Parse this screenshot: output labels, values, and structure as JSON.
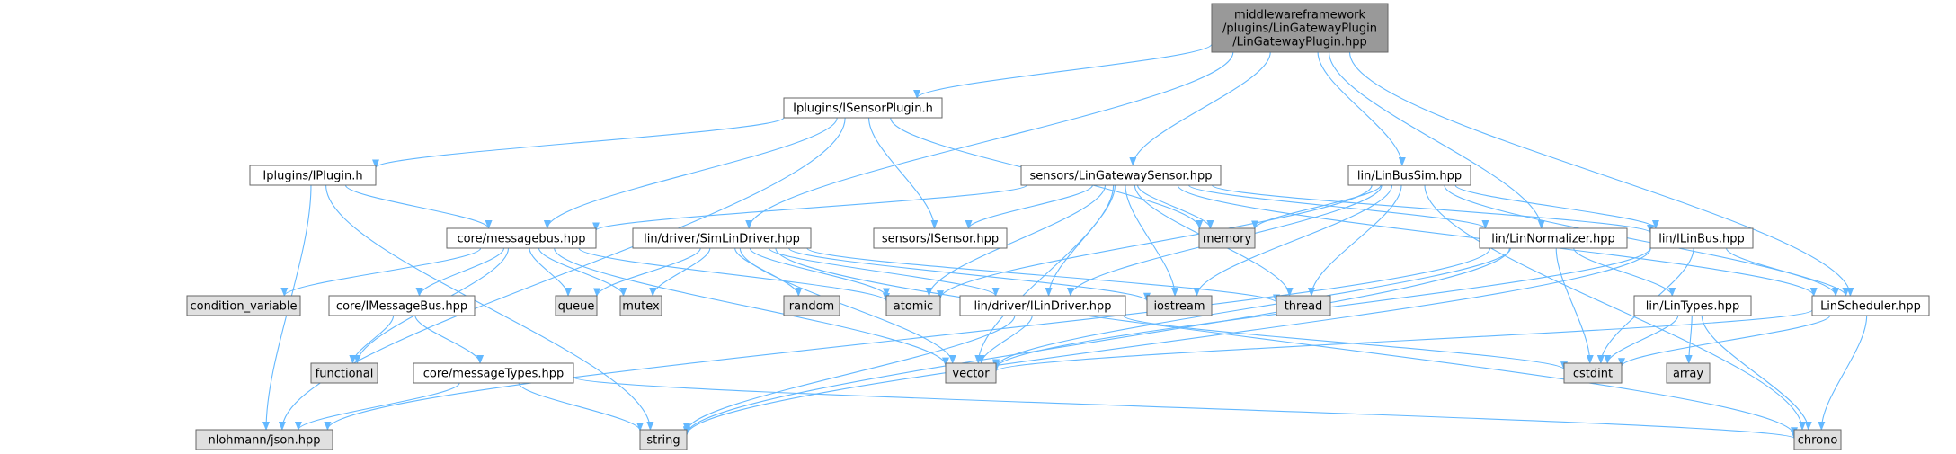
{
  "graph": {
    "colors": {
      "root_fill": "#999999",
      "file_fill": "#ffffff",
      "system_fill": "#e0e0e0",
      "border": "#666666",
      "edge": "#63b8ff"
    },
    "nodes": {
      "root": {
        "lines": [
          "middlewareframework",
          "/plugins/LinGatewayPlugin",
          "/LinGatewayPlugin.hpp"
        ],
        "kind": "root"
      },
      "isensorplugin": {
        "lines": [
          "Iplugins/ISensorPlugin.h"
        ],
        "kind": "file"
      },
      "linbussim": {
        "lines": [
          "lin/LinBusSim.hpp"
        ],
        "kind": "file"
      },
      "lingatewaysensor": {
        "lines": [
          "sensors/LinGatewaySensor.hpp"
        ],
        "kind": "file"
      },
      "iplugin": {
        "lines": [
          "Iplugins/IPlugin.h"
        ],
        "kind": "file"
      },
      "messagebus": {
        "lines": [
          "core/messagebus.hpp"
        ],
        "kind": "file"
      },
      "simlindriver": {
        "lines": [
          "lin/driver/SimLinDriver.hpp"
        ],
        "kind": "file"
      },
      "isensor": {
        "lines": [
          "sensors/ISensor.hpp"
        ],
        "kind": "file"
      },
      "memory": {
        "lines": [
          "memory"
        ],
        "kind": "system"
      },
      "linnormalizer": {
        "lines": [
          "lin/LinNormalizer.hpp"
        ],
        "kind": "file"
      },
      "ilinbus": {
        "lines": [
          "lin/ILinBus.hpp"
        ],
        "kind": "file"
      },
      "condition_variable": {
        "lines": [
          "condition_variable"
        ],
        "kind": "system"
      },
      "imessagebus": {
        "lines": [
          "core/IMessageBus.hpp"
        ],
        "kind": "file"
      },
      "queue": {
        "lines": [
          "queue"
        ],
        "kind": "system"
      },
      "mutex": {
        "lines": [
          "mutex"
        ],
        "kind": "system"
      },
      "random": {
        "lines": [
          "random"
        ],
        "kind": "system"
      },
      "atomic": {
        "lines": [
          "atomic"
        ],
        "kind": "system"
      },
      "ilindriver": {
        "lines": [
          "lin/driver/ILinDriver.hpp"
        ],
        "kind": "file"
      },
      "iostream": {
        "lines": [
          "iostream"
        ],
        "kind": "system"
      },
      "thread": {
        "lines": [
          "thread"
        ],
        "kind": "system"
      },
      "lintypes": {
        "lines": [
          "lin/LinTypes.hpp"
        ],
        "kind": "file"
      },
      "linscheduler": {
        "lines": [
          "LinScheduler.hpp"
        ],
        "kind": "file"
      },
      "functional": {
        "lines": [
          "functional"
        ],
        "kind": "system"
      },
      "messagetypes": {
        "lines": [
          "core/messageTypes.hpp"
        ],
        "kind": "file"
      },
      "vector": {
        "lines": [
          "vector"
        ],
        "kind": "system"
      },
      "cstdint": {
        "lines": [
          "cstdint"
        ],
        "kind": "system"
      },
      "array": {
        "lines": [
          "array"
        ],
        "kind": "system"
      },
      "json": {
        "lines": [
          "nlohmann/json.hpp"
        ],
        "kind": "system"
      },
      "string": {
        "lines": [
          "string"
        ],
        "kind": "system"
      },
      "chrono": {
        "lines": [
          "chrono"
        ],
        "kind": "system"
      }
    },
    "edges": [
      [
        "root",
        "isensorplugin"
      ],
      [
        "root",
        "lingatewaysensor"
      ],
      [
        "root",
        "linbussim"
      ],
      [
        "root",
        "simlindriver"
      ],
      [
        "root",
        "linnormalizer"
      ],
      [
        "root",
        "linscheduler"
      ],
      [
        "isensorplugin",
        "iplugin"
      ],
      [
        "isensorplugin",
        "messagebus"
      ],
      [
        "isensorplugin",
        "isensor"
      ],
      [
        "isensorplugin",
        "memory"
      ],
      [
        "isensorplugin",
        "json"
      ],
      [
        "iplugin",
        "messagebus"
      ],
      [
        "iplugin",
        "json"
      ],
      [
        "iplugin",
        "string"
      ],
      [
        "lingatewaysensor",
        "messagebus"
      ],
      [
        "lingatewaysensor",
        "isensor"
      ],
      [
        "lingatewaysensor",
        "memory"
      ],
      [
        "lingatewaysensor",
        "linnormalizer"
      ],
      [
        "lingatewaysensor",
        "ilinbus"
      ],
      [
        "lingatewaysensor",
        "linscheduler"
      ],
      [
        "lingatewaysensor",
        "ilindriver"
      ],
      [
        "lingatewaysensor",
        "atomic"
      ],
      [
        "lingatewaysensor",
        "iostream"
      ],
      [
        "lingatewaysensor",
        "thread"
      ],
      [
        "lingatewaysensor",
        "vector"
      ],
      [
        "linbussim",
        "memory"
      ],
      [
        "linbussim",
        "ilinbus"
      ],
      [
        "linbussim",
        "linscheduler"
      ],
      [
        "linbussim",
        "ilindriver"
      ],
      [
        "linbussim",
        "atomic"
      ],
      [
        "linbussim",
        "iostream"
      ],
      [
        "linbussim",
        "thread"
      ],
      [
        "linbussim",
        "chrono"
      ],
      [
        "messagebus",
        "condition_variable"
      ],
      [
        "messagebus",
        "imessagebus"
      ],
      [
        "messagebus",
        "queue"
      ],
      [
        "messagebus",
        "mutex"
      ],
      [
        "messagebus",
        "atomic"
      ],
      [
        "messagebus",
        "functional"
      ],
      [
        "messagebus",
        "vector"
      ],
      [
        "imessagebus",
        "functional"
      ],
      [
        "imessagebus",
        "messagetypes"
      ],
      [
        "messagetypes",
        "json"
      ],
      [
        "messagetypes",
        "string"
      ],
      [
        "messagetypes",
        "chrono"
      ],
      [
        "simlindriver",
        "queue"
      ],
      [
        "simlindriver",
        "mutex"
      ],
      [
        "simlindriver",
        "random"
      ],
      [
        "simlindriver",
        "atomic"
      ],
      [
        "simlindriver",
        "ilindriver"
      ],
      [
        "simlindriver",
        "iostream"
      ],
      [
        "simlindriver",
        "thread"
      ],
      [
        "simlindriver",
        "vector"
      ],
      [
        "simlindriver",
        "chrono"
      ],
      [
        "ilindriver",
        "vector"
      ],
      [
        "ilindriver",
        "cstdint"
      ],
      [
        "ilindriver",
        "string"
      ],
      [
        "linnormalizer",
        "lintypes"
      ],
      [
        "linnormalizer",
        "vector"
      ],
      [
        "linnormalizer",
        "cstdint"
      ],
      [
        "linnormalizer",
        "json"
      ],
      [
        "linnormalizer",
        "string"
      ],
      [
        "ilinbus",
        "linscheduler"
      ],
      [
        "ilinbus",
        "vector"
      ],
      [
        "ilinbus",
        "cstdint"
      ],
      [
        "ilinbus",
        "string"
      ],
      [
        "lintypes",
        "cstdint"
      ],
      [
        "lintypes",
        "array"
      ],
      [
        "lintypes",
        "chrono"
      ],
      [
        "linscheduler",
        "vector"
      ],
      [
        "linscheduler",
        "cstdint"
      ],
      [
        "linscheduler",
        "chrono"
      ]
    ]
  }
}
